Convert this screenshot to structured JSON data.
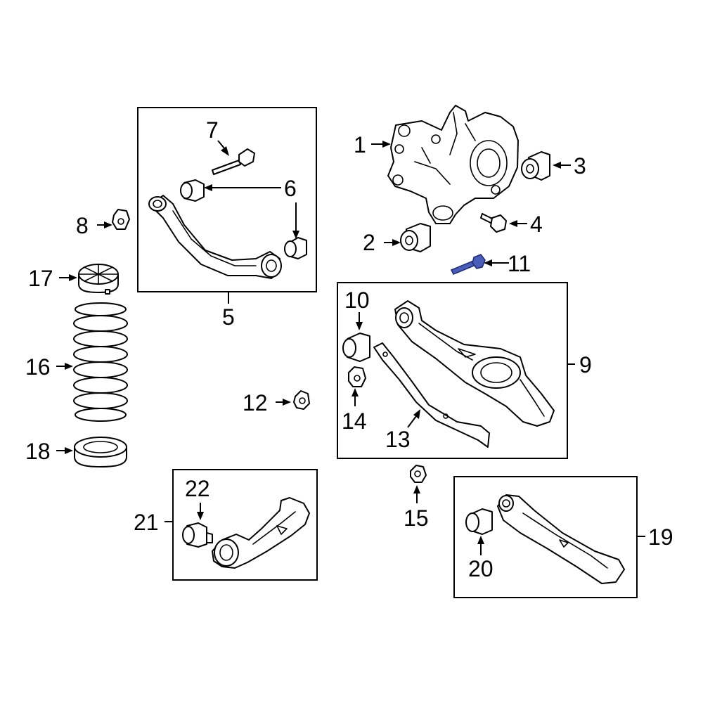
{
  "diagram": {
    "accent_color": "#4a5db8",
    "callouts": [
      {
        "id": "1",
        "label": "1",
        "part": "knuckle"
      },
      {
        "id": "2",
        "label": "2",
        "part": "bushing"
      },
      {
        "id": "3",
        "label": "3",
        "part": "bushing"
      },
      {
        "id": "4",
        "label": "4",
        "part": "bolt"
      },
      {
        "id": "5",
        "label": "5",
        "part": "upper-control-arm-assembly"
      },
      {
        "id": "6",
        "label": "6",
        "part": "bushing"
      },
      {
        "id": "7",
        "label": "7",
        "part": "bolt"
      },
      {
        "id": "8",
        "label": "8",
        "part": "nut"
      },
      {
        "id": "9",
        "label": "9",
        "part": "lower-control-arm-assembly"
      },
      {
        "id": "10",
        "label": "10",
        "part": "bushing"
      },
      {
        "id": "11",
        "label": "11",
        "part": "bolt",
        "highlighted": true
      },
      {
        "id": "12",
        "label": "12",
        "part": "nut"
      },
      {
        "id": "13",
        "label": "13",
        "part": "bracket"
      },
      {
        "id": "14",
        "label": "14",
        "part": "nut"
      },
      {
        "id": "15",
        "label": "15",
        "part": "nut"
      },
      {
        "id": "16",
        "label": "16",
        "part": "coil-spring"
      },
      {
        "id": "17",
        "label": "17",
        "part": "spring-seat"
      },
      {
        "id": "18",
        "label": "18",
        "part": "spring-insulator"
      },
      {
        "id": "19",
        "label": "19",
        "part": "trailing-arm-assembly"
      },
      {
        "id": "20",
        "label": "20",
        "part": "bushing"
      },
      {
        "id": "21",
        "label": "21",
        "part": "lateral-link-assembly"
      },
      {
        "id": "22",
        "label": "22",
        "part": "bushing"
      }
    ]
  }
}
